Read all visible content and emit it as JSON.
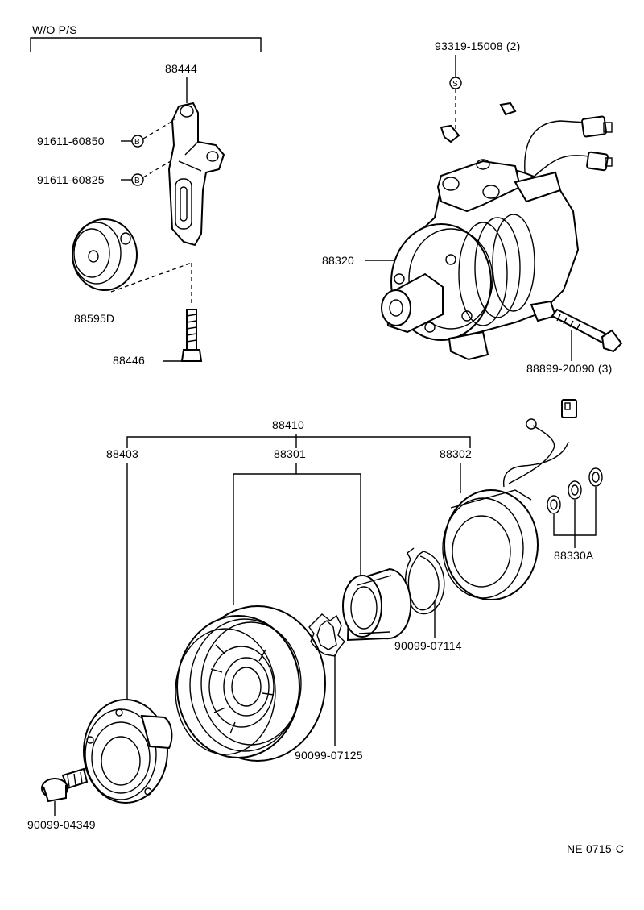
{
  "diagram": {
    "section_label": "W/O P/S",
    "drawing_code": "NE 0715-C",
    "parts": {
      "bracket": "88444",
      "bolt_a": "91611-60850",
      "bolt_a_symbol": "B",
      "bolt_b": "91611-60825",
      "bolt_b_symbol": "B",
      "idler_pulley": "88595D",
      "idler_bolt": "88446",
      "compressor": "88320",
      "stud": "93319-15008 (2)",
      "stud_symbol": "S",
      "mount_bolt": "88899-20090 (3)",
      "clutch_assy": "88410",
      "pressure_plate": "88403",
      "pulley": "88301",
      "field_coil": "88302",
      "shim_set": "88330A",
      "snap_ring_large": "90099-07114",
      "snap_ring_small": "90099-07125",
      "center_bolt": "90099-04349"
    }
  }
}
